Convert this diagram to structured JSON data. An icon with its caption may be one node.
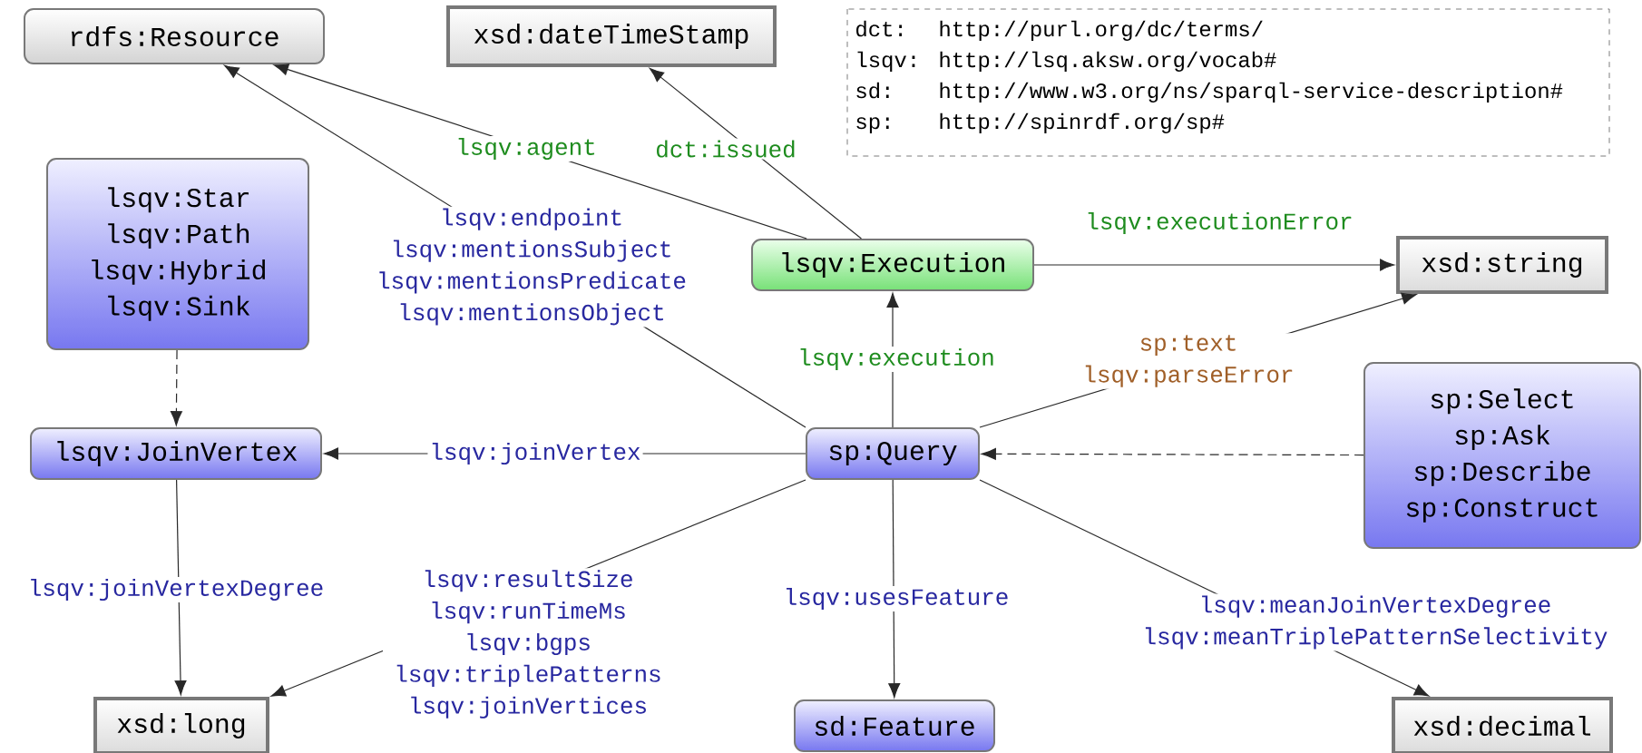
{
  "diagram": {
    "nodes": [
      {
        "text": [
          "rdfs:Resource"
        ]
      },
      {
        "text": [
          "xsd:dateTimeStamp"
        ]
      },
      {
        "text": [
          "lsqv:Star",
          "lsqv:Path",
          "lsqv:Hybrid",
          "lsqv:Sink"
        ]
      },
      {
        "text": [
          "lsqv:Execution"
        ]
      },
      {
        "text": [
          "xsd:string"
        ]
      },
      {
        "text": [
          "lsqv:JoinVertex"
        ]
      },
      {
        "text": [
          "sp:Query"
        ]
      },
      {
        "text": [
          "sp:Select",
          "sp:Ask",
          "sp:Describe",
          "sp:Construct"
        ]
      },
      {
        "text": [
          "xsd:long"
        ]
      },
      {
        "text": [
          "sd:Feature"
        ]
      },
      {
        "text": [
          "xsd:decimal"
        ]
      }
    ],
    "edges": [
      {
        "from": 3,
        "to": 0,
        "arrow": "to",
        "label": "lsqv:agent"
      },
      {
        "from": 3,
        "to": 1,
        "arrow": "to",
        "label": "dct:issued"
      },
      {
        "from": 6,
        "to": 0,
        "arrow": "to",
        "label": "lsqv:endpoint lsqv:mentionsSubject lsqv:mentionsPredicate lsqv:mentionsObject"
      },
      {
        "from": 3,
        "to": 4,
        "arrow": "to",
        "label": "lsqv:executionError"
      },
      {
        "from": 6,
        "to": 3,
        "arrow": "to",
        "label": "lsqv:execution"
      },
      {
        "from": 6,
        "to": 4,
        "arrow": "to",
        "label": "sp:text lsqv:parseError"
      },
      {
        "from": 2,
        "to": 5,
        "arrow": "to",
        "style": "dashed"
      },
      {
        "from": 6,
        "to": 5,
        "arrow": "to",
        "label": "lsqv:joinVertex"
      },
      {
        "from": 7,
        "to": 6,
        "arrow": "to",
        "style": "dashed"
      },
      {
        "from": 5,
        "to": 8,
        "arrow": "to",
        "label": "lsqv:joinVertexDegree"
      },
      {
        "from": 6,
        "to": 8,
        "arrow": "to",
        "label": "lsqv:resultSize lsqv:runTimeMs lsqv:bgps lsqv:triplePatterns lsqv:joinVertices"
      },
      {
        "from": 6,
        "to": 9,
        "arrow": "to",
        "label": "lsqv:usesFeature"
      },
      {
        "from": 6,
        "to": 10,
        "arrow": "to",
        "label": "lsqv:meanJoinVertexDegree lsqv:meanTriplePatternSelectivity"
      }
    ],
    "labels": [
      "dct:",
      "http://purl.org/dc/terms/",
      "lsqv:",
      "http://lsq.aksw.org/vocab#",
      "sd:",
      "http://www.w3.org/ns/sparql-service-description#",
      "sp:",
      "http://spinrdf.org/sp#"
    ]
  }
}
